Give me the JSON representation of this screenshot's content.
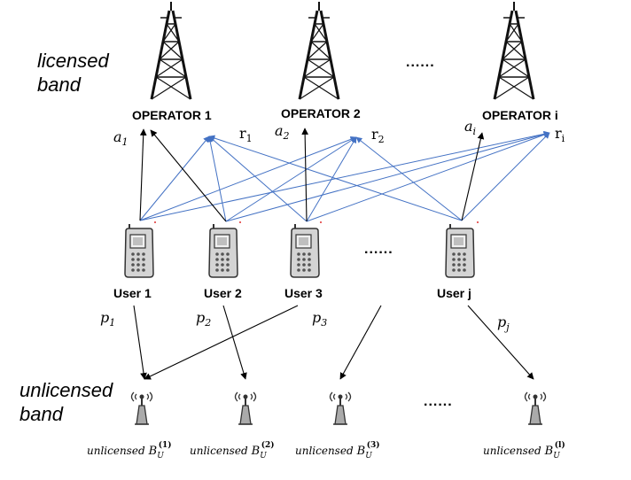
{
  "bands": {
    "licensed": [
      "licensed",
      "band"
    ],
    "unlicensed": [
      "unlicensed",
      "band"
    ]
  },
  "operators": [
    {
      "label": "OPERATOR 1",
      "a": "a",
      "a_sub": "1",
      "r": "r",
      "r_sub": "1"
    },
    {
      "label": "OPERATOR 2",
      "a": "a",
      "a_sub": "2",
      "r": "r",
      "r_sub": "2"
    },
    {
      "label": "OPERATOR i",
      "a": "a",
      "a_sub": "i",
      "r": "r",
      "r_sub": "i"
    }
  ],
  "operators_ellipsis": "......",
  "users": [
    {
      "label": "User 1",
      "p": "p",
      "p_sub": "1"
    },
    {
      "label": "User 2",
      "p": "p",
      "p_sub": "2"
    },
    {
      "label": "User 3",
      "p": "p",
      "p_sub": "3"
    },
    {
      "label": "User j",
      "p": "p",
      "p_sub": "j"
    }
  ],
  "users_ellipsis": "......",
  "unlicensed_bs": [
    {
      "prefix": "unlicensed",
      "base": "B",
      "sub": "U",
      "sup": "(1)"
    },
    {
      "prefix": "unlicensed",
      "base": "B",
      "sub": "U",
      "sup": "(2)"
    },
    {
      "prefix": "unlicensed",
      "base": "B",
      "sub": "U",
      "sup": "(3)"
    },
    {
      "prefix": "unlicensed",
      "base": "B",
      "sub": "U",
      "sup": "(l)"
    }
  ],
  "bs_ellipsis": "......",
  "colors": {
    "blue_link": "#4472C4",
    "black_link": "#000000",
    "red_dot": "#E03030"
  }
}
